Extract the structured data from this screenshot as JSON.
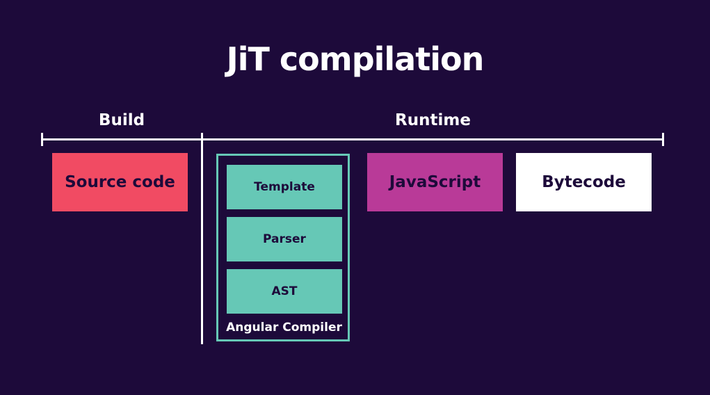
{
  "title": "JiT compilation",
  "phases": {
    "build": "Build",
    "runtime": "Runtime"
  },
  "boxes": {
    "source_code": "Source code",
    "javascript": "JavaScript",
    "bytecode": "Bytecode"
  },
  "compiler": {
    "caption": "Angular Compiler",
    "steps": [
      "Template",
      "Parser",
      "AST"
    ]
  },
  "colors": {
    "background": "#1d0a3a",
    "source_code": "#f14b63",
    "compiler": "#66c8b6",
    "javascript": "#b93a98",
    "bytecode": "#ffffff",
    "lines": "#ffffff"
  }
}
